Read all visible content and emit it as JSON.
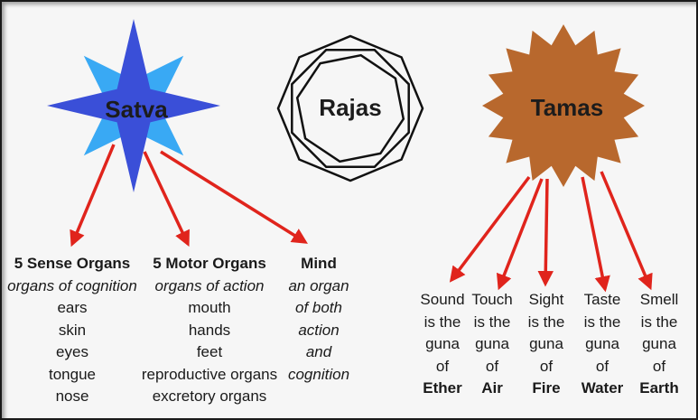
{
  "shapes": {
    "satva": {
      "label": "Satva",
      "dark_color": "#3a4fd8",
      "light_color": "#39a9f4"
    },
    "rajas": {
      "label": "Rajas",
      "color": "#111111"
    },
    "tamas": {
      "label": "Tamas",
      "color": "#b8682d"
    }
  },
  "arrow_color": "#e0241c",
  "satva_groups": [
    {
      "title": "5 Sense Organs",
      "subtitle": "organs of cognition",
      "items": [
        "ears",
        "skin",
        "eyes",
        "tongue",
        "nose"
      ]
    },
    {
      "title": "5 Motor Organs",
      "subtitle": "organs of action",
      "items": [
        "mouth",
        "hands",
        "feet",
        "reproductive organs",
        "excretory organs"
      ]
    },
    {
      "title": "Mind",
      "subtitle_lines": [
        "an organ",
        "of both",
        "action",
        "and",
        "cognition"
      ]
    }
  ],
  "tamas_gunas": [
    {
      "sense": "Sound",
      "connector_lines": [
        "is the",
        "guna",
        "of"
      ],
      "element": "Ether"
    },
    {
      "sense": "Touch",
      "connector_lines": [
        "is the",
        "guna",
        "of"
      ],
      "element": "Air"
    },
    {
      "sense": "Sight",
      "connector_lines": [
        "is the",
        "guna",
        "of"
      ],
      "element": "Fire"
    },
    {
      "sense": "Taste",
      "connector_lines": [
        "is the",
        "guna",
        "of"
      ],
      "element": "Water"
    },
    {
      "sense": "Smell",
      "connector_lines": [
        "is the",
        "guna",
        "of"
      ],
      "element": "Earth"
    }
  ]
}
